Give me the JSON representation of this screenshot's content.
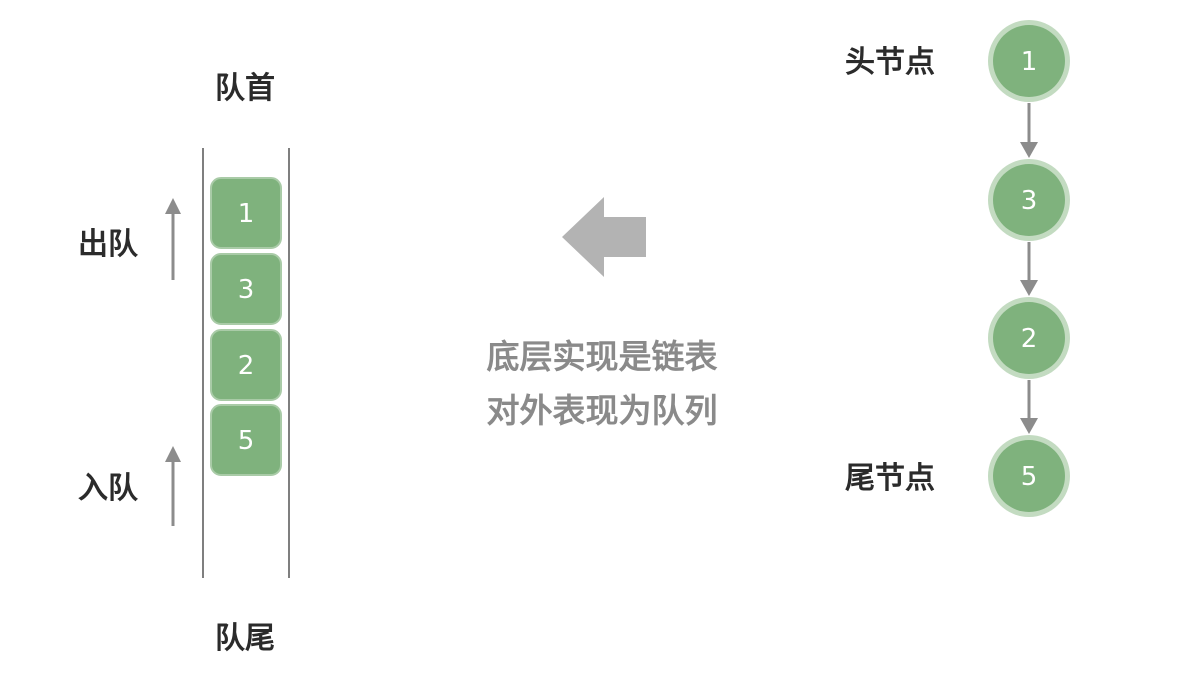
{
  "queue": {
    "head_label": "队首",
    "tail_label": "队尾",
    "dequeue_label": "出队",
    "enqueue_label": "入队",
    "items": [
      "1",
      "3",
      "2",
      "5"
    ]
  },
  "center": {
    "line1": "底层实现是链表",
    "line2": "对外表现为队列"
  },
  "list": {
    "head_label": "头节点",
    "tail_label": "尾节点",
    "nodes": [
      "1",
      "3",
      "2",
      "5"
    ]
  },
  "colors": {
    "node_fill": "#7fb27d",
    "node_border": "#c3dbc1",
    "arrow": "#8c8c8c",
    "big_arrow": "#b3b3b3",
    "text_dark": "#2b2b2b",
    "text_gray": "#8a8a8a"
  }
}
